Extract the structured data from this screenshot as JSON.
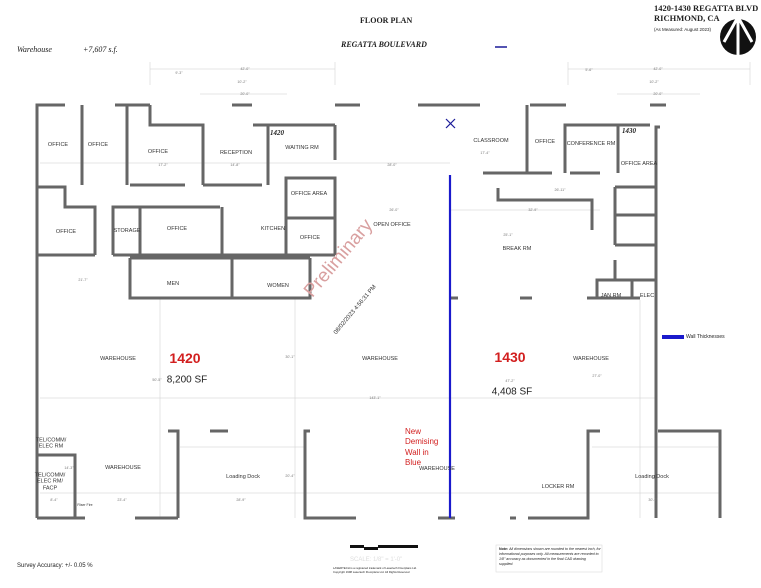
{
  "header": {
    "title": "FLOOR PLAN",
    "street": "REGATTA BOULEVARD",
    "area_label": "Warehouse",
    "area_value": "+7,607 s.f.",
    "address_line1": "1420-1430 REGATTA BLVD",
    "address_line2": "RICHMOND, CA",
    "measured": "(As Measured:  August 2023)",
    "north_icon": "north-arrow-icon"
  },
  "unit_1420": {
    "number": "1420",
    "tag": "1420",
    "area": "8,200 SF",
    "rooms": [
      "OFFICE",
      "OFFICE",
      "OFFICE",
      "RECEPTION",
      "WAITING RM",
      "OFFICE AREA",
      "OFFICE",
      "KITCHEN",
      "OFFICE",
      "STORAGE",
      "OFFICE",
      "MEN",
      "WOMEN",
      "OPEN OFFICE",
      "WAREHOUSE",
      "WAREHOUSE",
      "TEL/COMM/\nELEC RM",
      "TEL/COMM/\nELEC RM/\nFACP",
      "WAREHOUSE",
      "Loading Dock"
    ],
    "riser": "Riser Fire"
  },
  "unit_1430": {
    "number": "1430",
    "tag": "1430",
    "area": "4,408 SF",
    "rooms": [
      "CLASSROOM",
      "OFFICE",
      "CONFERENCE RM",
      "OFFICE AREA",
      "BREAK RM",
      "JAN RM",
      "ELEC",
      "WAREHOUSE",
      "WAREHOUSE",
      "LOCKER RM",
      "Loading Dock"
    ]
  },
  "dimensions": [
    "42'-0\"",
    "10'-2\"",
    "20'-0\"",
    "9'-3\"",
    "5'-6\"",
    "143'-1\"",
    "20'-4\"",
    "28'-9\"",
    "30'-0\"",
    "23'-4\"",
    "8'-4\"",
    "14'-3\"",
    "27'-0\"",
    "47'-2\"",
    "50'-5\"",
    "30'-1\"",
    "21'-7\"",
    "28'-0\"",
    "26'-0\"",
    "32'-9\"",
    "26'-11\"",
    "25'-1\"",
    "17'-4\"",
    "14'-8\"",
    "17'-2\""
  ],
  "annotation": {
    "demising": "New\nDemising\nWall in\nBlue",
    "demising_color": "#1a1acc",
    "watermark": "Preliminary",
    "watermark_date": "08/02/2023 4:56:31 PM",
    "legend": "Wall Thicknesses"
  },
  "footer": {
    "survey": "Survey Accuracy:  +/-  0.05 %",
    "scale": "SCALE: 1/8\" = 1'-0\"",
    "copyright1": "LASERTECH is a registered trademark of Lasertech Floorplans Ltd.",
    "copyright2": "Copyright 1998 Lasertech Floorplans Ltd. All Rights Reserved",
    "note_label": "Note:",
    "note_text": "All dimensions shown are rounded to the nearest inch, for informational purposes only. All measurements are recorded to 1/8\" accuracy as documented in the final CAD drawing supplied."
  },
  "colors": {
    "wall": "#666666",
    "unit_label": "#d21f1f",
    "watermark": "#d9a0a0"
  }
}
